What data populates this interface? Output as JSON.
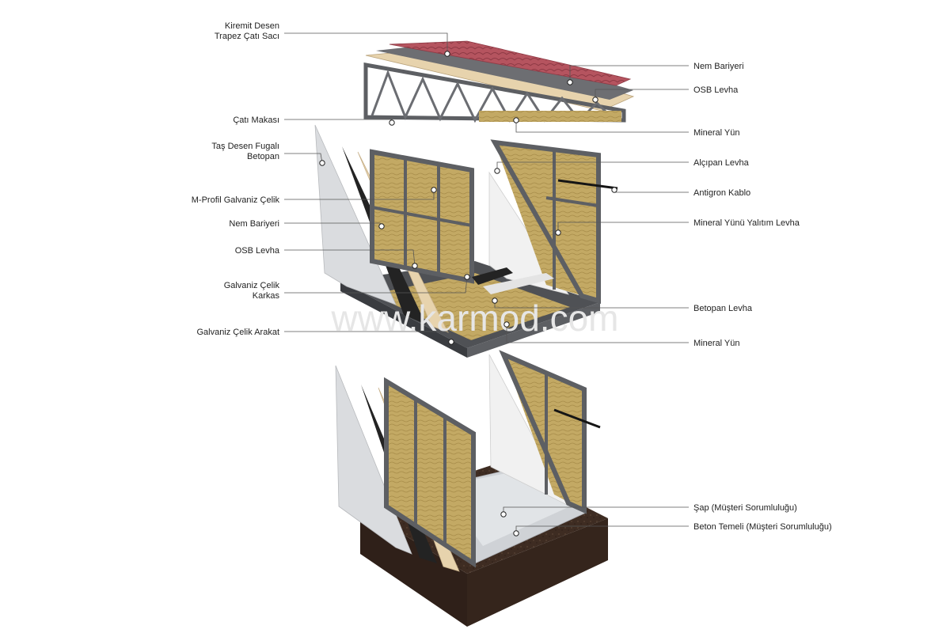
{
  "watermark": "www.karmod.com",
  "labels_left": [
    "Kiremit Desen|Trapez Çatı Sacı",
    "Çatı Makası",
    "Taş Desen Fugalı|Betopan",
    "M-Profil Galvaniz Çelik",
    "Nem Bariyeri",
    "OSB Levha",
    "Galvaniz Çelik|Karkas",
    "Galvaniz Çelik Arakat"
  ],
  "labels_right": [
    "Nem Bariyeri",
    "OSB Levha",
    "Mineral Yün",
    "Alçıpan Levha",
    "Antigron Kablo",
    "Mineral Yünü Yalıtım Levha",
    "Betopan Levha",
    "Mineral Yün",
    "Şap (Müşteri Sorumluluğu)",
    "Beton Temeli (Müşteri Sorumluluğu)"
  ],
  "colors": {
    "roof_tile": "#b5545f",
    "steel": "#5d5f63",
    "insulation": "#c3a964",
    "osb": "#e7d3ad",
    "membrane": "#232323",
    "cement_board": "#dadcdf",
    "gypsum": "#f1f1f1",
    "soil": "#3e2c22"
  }
}
